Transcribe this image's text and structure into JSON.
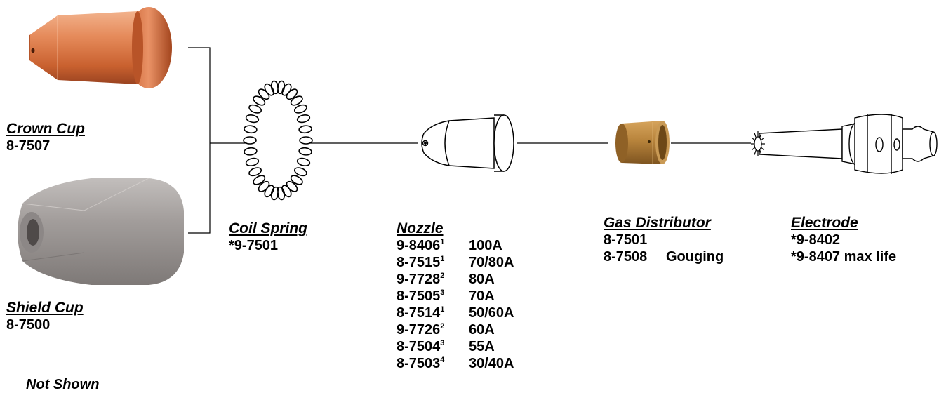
{
  "parts": {
    "crown_cup": {
      "title": "Crown Cup",
      "part_numbers": [
        "8-7507"
      ]
    },
    "shield_cup": {
      "title": "Shield Cup",
      "part_numbers": [
        "8-7500"
      ]
    },
    "coil_spring": {
      "title": "Coil Spring",
      "part_numbers": [
        "*9-7501"
      ]
    },
    "nozzle": {
      "title": "Nozzle",
      "rows": [
        {
          "part": "9-8406",
          "note": "1",
          "amps": "100A"
        },
        {
          "part": "8-7515",
          "note": "1",
          "amps": "70/80A"
        },
        {
          "part": "9-7728",
          "note": "2",
          "amps": "80A"
        },
        {
          "part": "8-7505",
          "note": "3",
          "amps": "70A"
        },
        {
          "part": "8-7514",
          "note": "1",
          "amps": "50/60A"
        },
        {
          "part": "9-7726",
          "note": "2",
          "amps": "60A"
        },
        {
          "part": "8-7504",
          "note": "3",
          "amps": "55A"
        },
        {
          "part": "8-7503",
          "note": "4",
          "amps": "30/40A"
        }
      ]
    },
    "gas_distributor": {
      "title": "Gas Distributor",
      "rows": [
        {
          "part": "8-7501",
          "use": ""
        },
        {
          "part": "8-7508",
          "use": "Gouging"
        }
      ]
    },
    "electrode": {
      "title": "Electrode",
      "part_numbers": [
        "*9-8402",
        "*9-8407 max life"
      ]
    }
  },
  "footer": {
    "not_shown": "Not Shown"
  },
  "colors": {
    "copper_light": "#f0a27a",
    "copper": "#d36f3d",
    "copper_dark": "#8e3b17",
    "shield_gray": "#9d9896",
    "shield_dark": "#6f6a68",
    "brass": "#b0803a",
    "line": "#000000"
  }
}
